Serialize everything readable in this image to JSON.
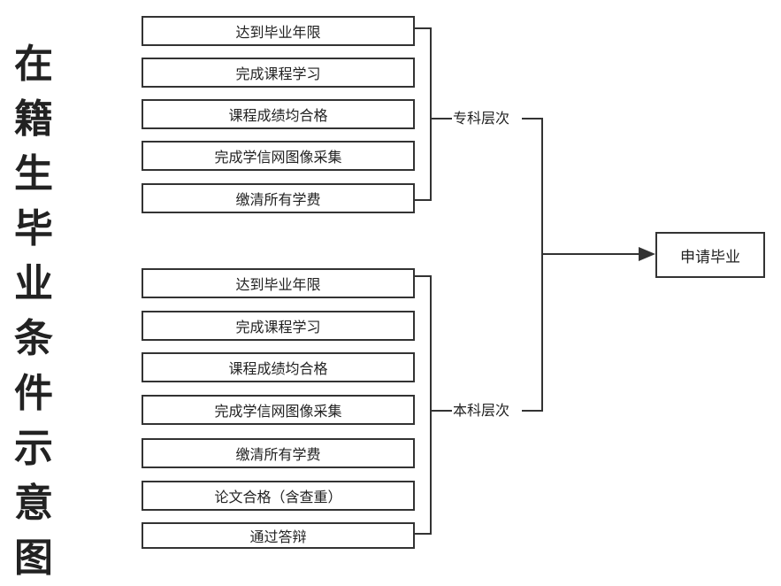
{
  "title_chars": [
    "在",
    "籍",
    "生",
    "毕",
    "业",
    "条",
    "件",
    "示",
    "意",
    "图"
  ],
  "zhuanke": {
    "label": "专科层次",
    "items": [
      "达到毕业年限",
      "完成课程学习",
      "课程成绩均合格",
      "完成学信网图像采集",
      "缴清所有学费"
    ]
  },
  "benke": {
    "label": "本科层次",
    "items": [
      "达到毕业年限",
      "完成课程学习",
      "课程成绩均合格",
      "完成学信网图像采集",
      "缴清所有学费",
      "论文合格（含查重）",
      "通过答辩"
    ]
  },
  "target": "申请毕业",
  "colors": {
    "line": "#333333",
    "border": "#333333",
    "text": "#222222"
  }
}
